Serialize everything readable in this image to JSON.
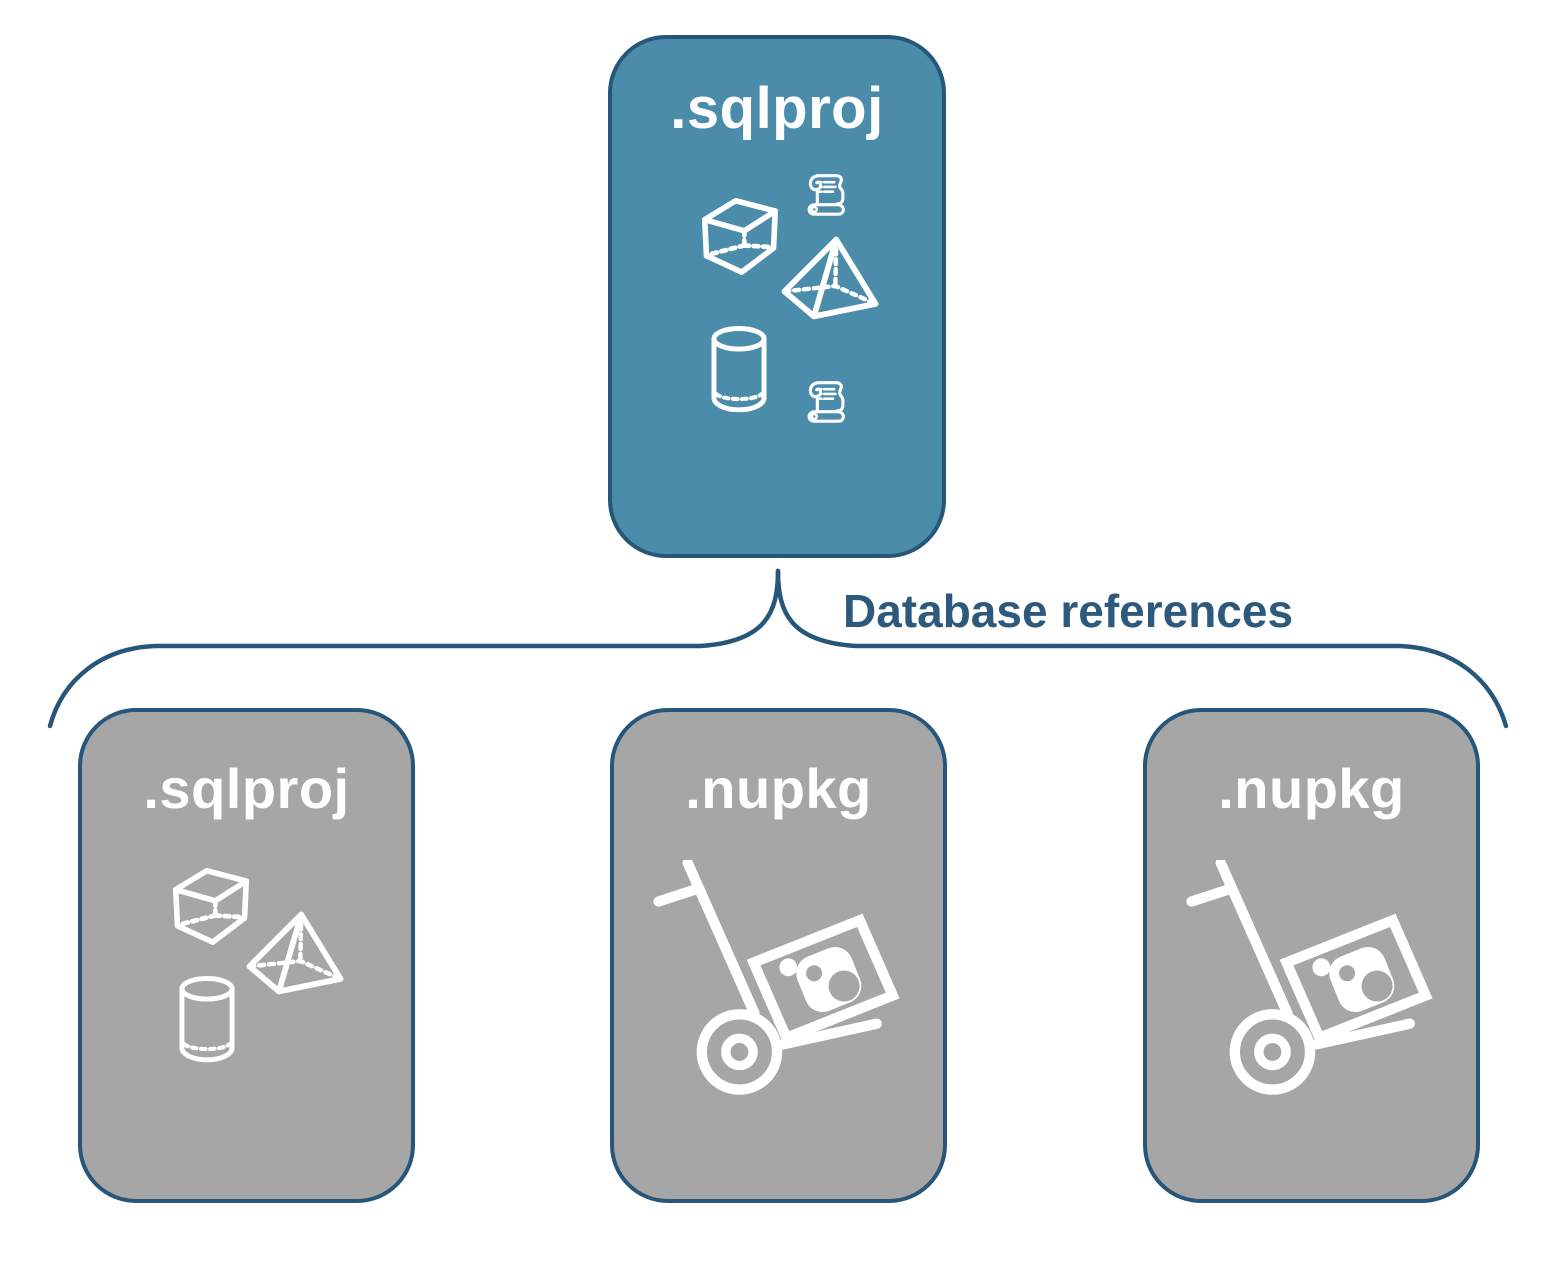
{
  "diagram": {
    "connector_label": "Database references",
    "root_card": {
      "title": ".sqlproj",
      "icons": [
        "cube-icon",
        "scroll-icon",
        "pyramid-icon",
        "cylinder-icon",
        "scroll-icon"
      ]
    },
    "child_cards": [
      {
        "title": ".sqlproj",
        "icons": [
          "cube-icon",
          "pyramid-icon",
          "cylinder-icon"
        ]
      },
      {
        "title": ".nupkg",
        "icons": [
          "hand-truck-icon"
        ]
      },
      {
        "title": ".nupkg",
        "icons": [
          "hand-truck-icon"
        ]
      }
    ],
    "colors": {
      "root_fill": "#4a8caa",
      "child_fill": "#a6a6a6",
      "border": "#27567b",
      "label_text": "#2d5a7c",
      "icon": "#ffffff"
    }
  }
}
